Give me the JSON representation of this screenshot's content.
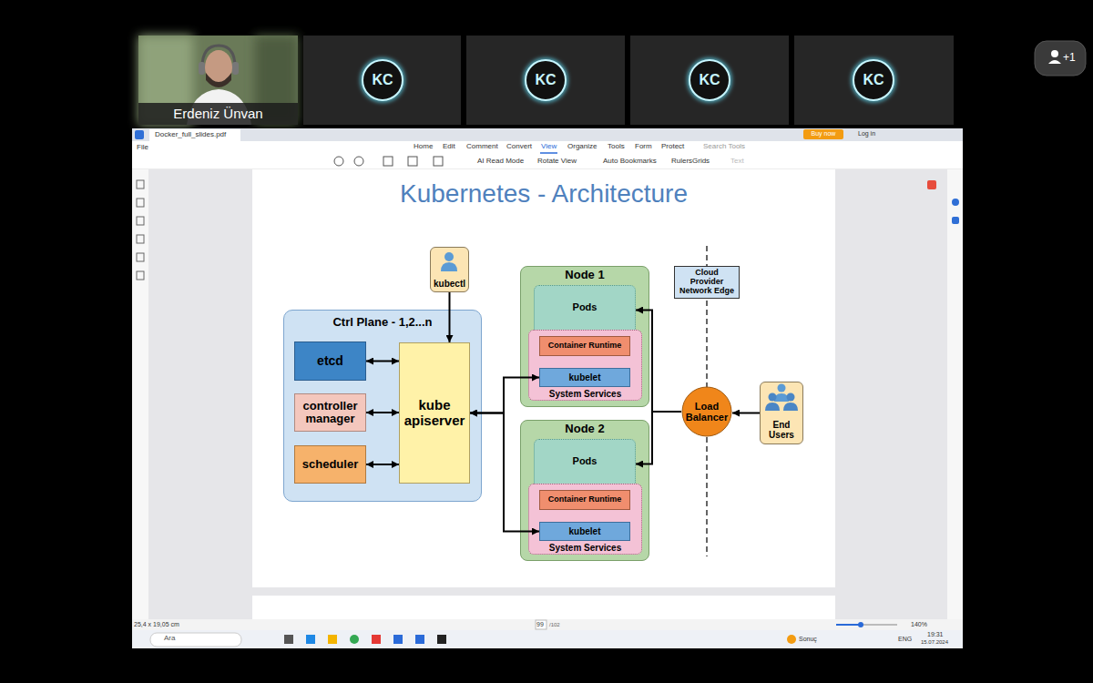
{
  "diagram": {
    "title": "Kubernetes - Architecture",
    "nodes": [
      {
        "text": [
          "kubectl"
        ]
      },
      {
        "text": [
          "Ctrl Plane - 1,2...n"
        ]
      },
      {
        "text": [
          "etcd"
        ],
        "in": 1
      },
      {
        "text": [
          "controller manager"
        ],
        "in": 1
      },
      {
        "text": [
          "scheduler"
        ],
        "in": 1
      },
      {
        "text": [
          "kube apiserver"
        ],
        "in": 1
      },
      {
        "text": [
          "Node 1"
        ]
      },
      {
        "text": [
          "Pods"
        ],
        "in": 6
      },
      {
        "text": [
          "System Services"
        ],
        "in": 6
      },
      {
        "text": [
          "Container Runtime"
        ],
        "in": 8
      },
      {
        "text": [
          "kubelet"
        ],
        "in": 8
      },
      {
        "text": [
          "Node 2"
        ]
      },
      {
        "text": [
          "Pods"
        ],
        "in": 11
      },
      {
        "text": [
          "System Services"
        ],
        "in": 11
      },
      {
        "text": [
          "Container Runtime"
        ],
        "in": 13
      },
      {
        "text": [
          "kubelet"
        ],
        "in": 13
      },
      {
        "text": [
          "Cloud Provider Network Edge"
        ]
      },
      {
        "text": [
          "Load Balancer"
        ]
      },
      {
        "text": [
          "End Users"
        ]
      }
    ],
    "edges": [
      {
        "from": 0,
        "to": 5,
        "arrow": "to"
      },
      {
        "from": 2,
        "to": 5,
        "arrow": "both"
      },
      {
        "from": 3,
        "to": 5,
        "arrow": "both"
      },
      {
        "from": 4,
        "to": 5,
        "arrow": "both"
      },
      {
        "from": 5,
        "to": 10,
        "arrow": "both"
      },
      {
        "from": 5,
        "to": 15,
        "arrow": "both"
      },
      {
        "from": 18,
        "to": 17,
        "arrow": "to"
      },
      {
        "from": 17,
        "to": 7,
        "arrow": "to"
      },
      {
        "from": 17,
        "to": 12,
        "arrow": "to"
      }
    ],
    "labels": [
      "Erdeniz Ünvan",
      "KC",
      "KC",
      "KC",
      "KC",
      "+1",
      "Docker_full_slides.pdf",
      "File",
      "Home",
      "Edit",
      "Comment",
      "Convert",
      "View",
      "Organize",
      "Tools",
      "Form",
      "Protect",
      "Search Tools",
      "Buy now",
      "Log in",
      "AI Read Mode",
      "Rotate View",
      "Auto Bookmarks",
      "Rulers",
      "Grids",
      "Text",
      "25,4 x 19,05 cm",
      "99",
      "/102",
      "140%",
      "Ara",
      "Sonuç",
      "ENG",
      "19:31",
      "15.07.2024"
    ]
  }
}
